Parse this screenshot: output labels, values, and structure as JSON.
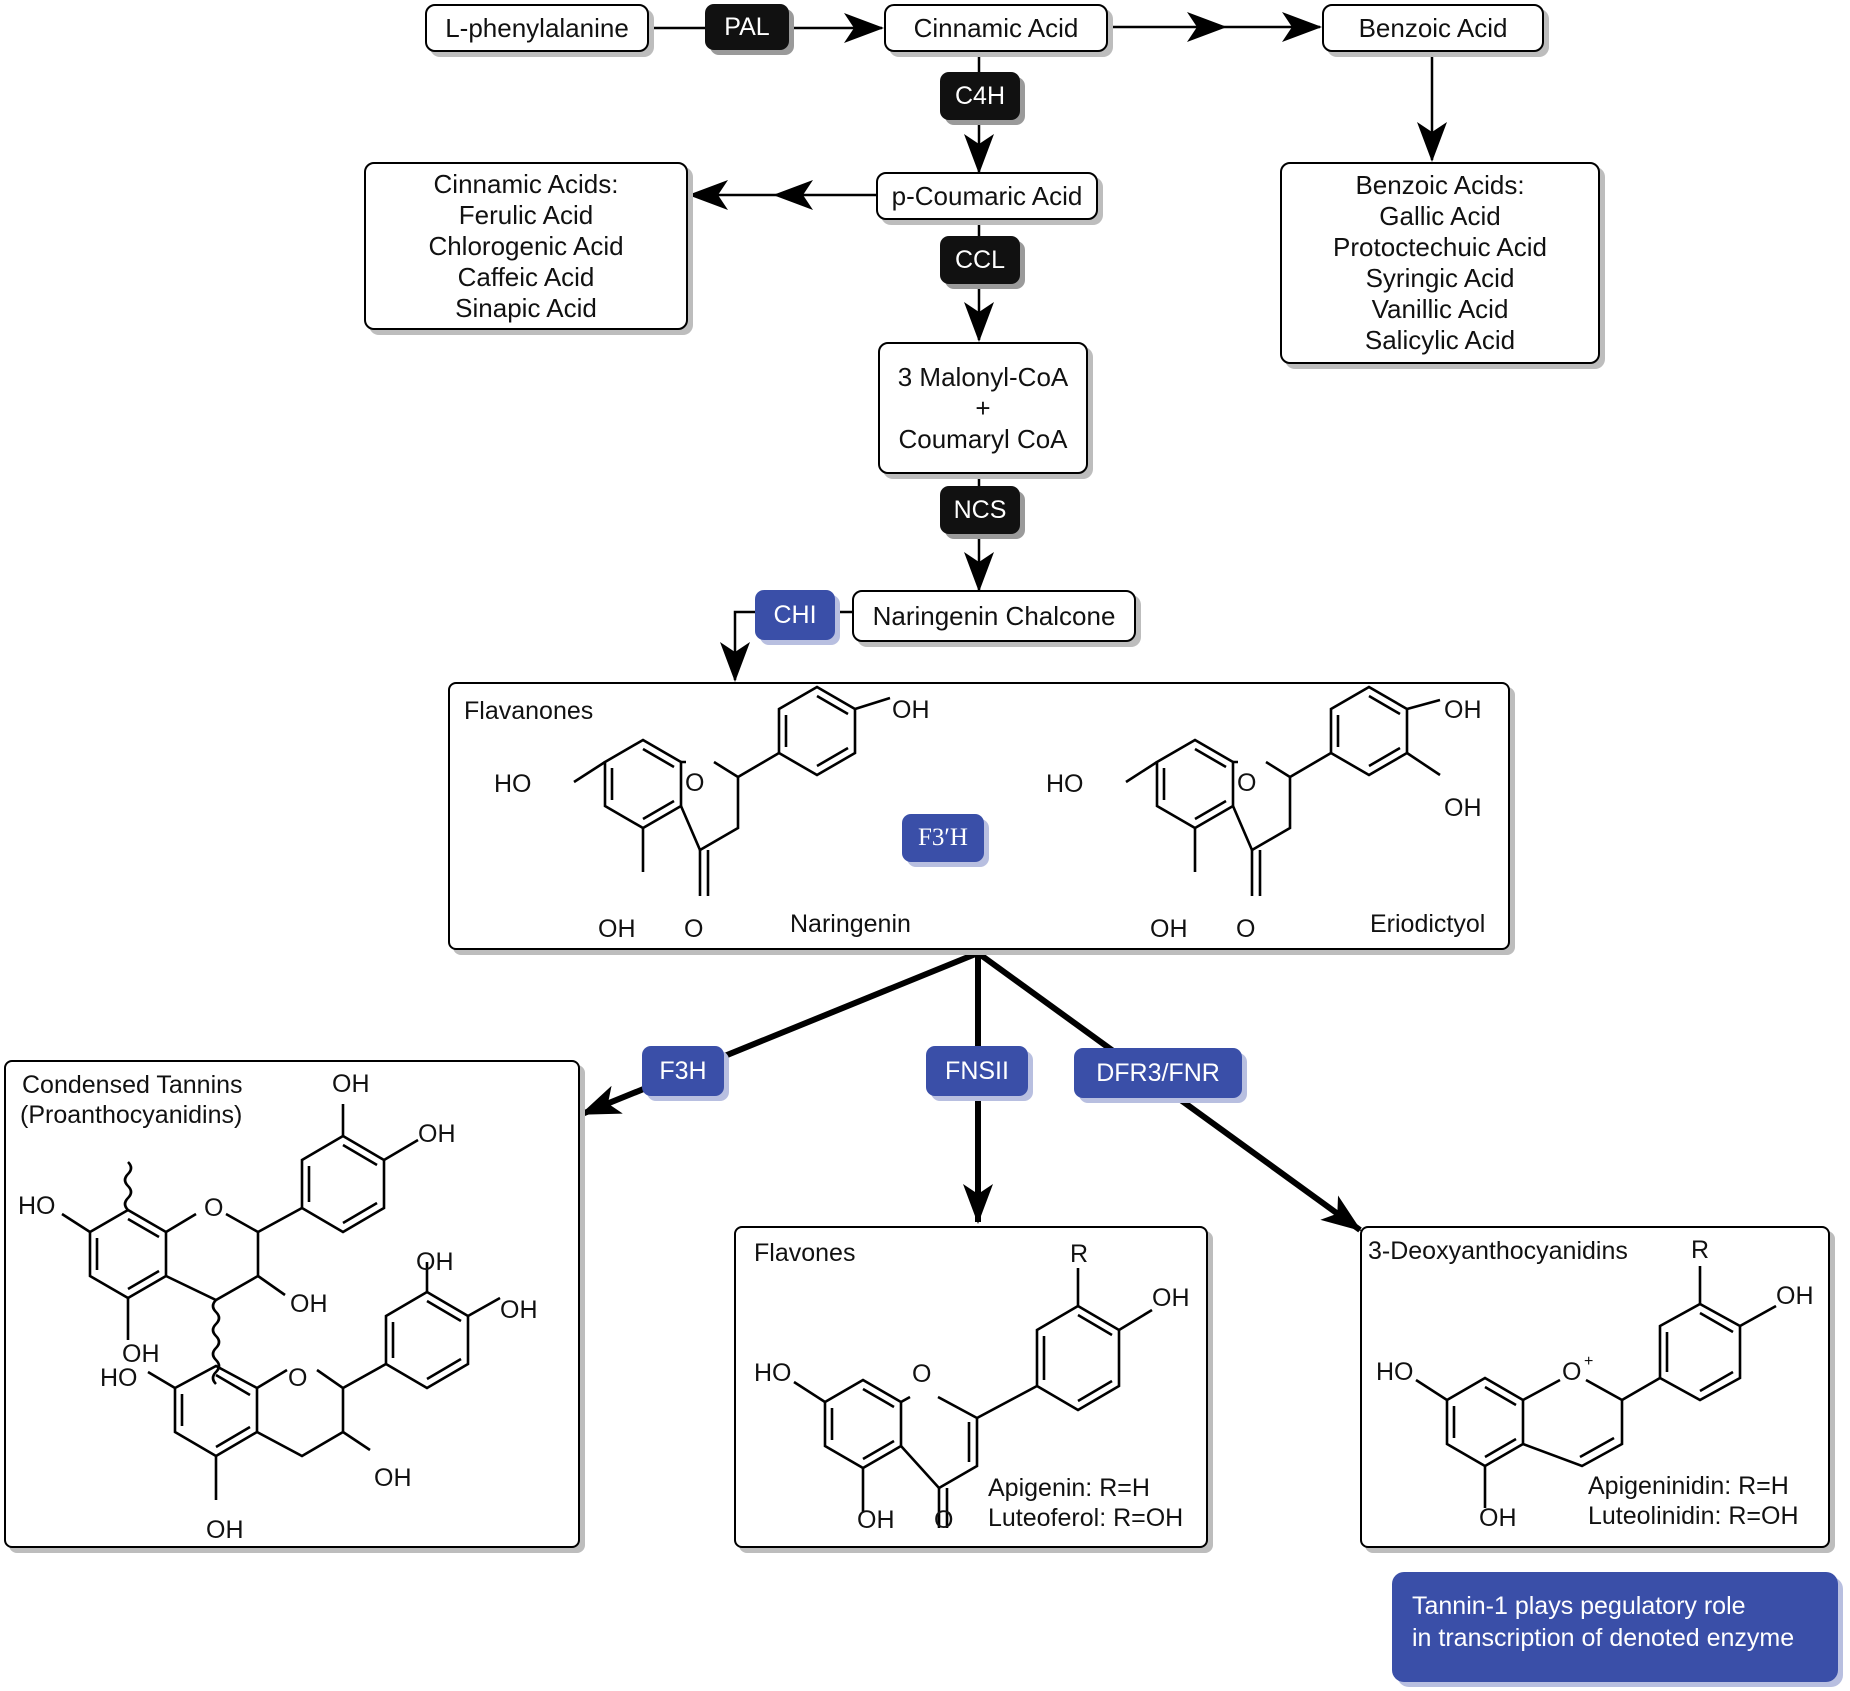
{
  "nodes": {
    "phenylalanine": "L-phenylalanine",
    "cinnamic_acid": "Cinnamic Acid",
    "benzoic_acid": "Benzoic Acid",
    "coumaric_acid": "p-Coumaric Acid",
    "malonyl_line1": "3 Malonyl-CoA",
    "malonyl_plus": "+",
    "malonyl_line2": "Coumaryl CoA",
    "naringenin_chalcone": "Naringenin Chalcone"
  },
  "cinnamic_acids": {
    "title": "Cinnamic Acids:",
    "items": [
      "Ferulic Acid",
      "Chlorogenic Acid",
      "Caffeic Acid",
      "Sinapic Acid"
    ]
  },
  "benzoic_acids": {
    "title": "Benzoic Acids:",
    "items": [
      "Gallic Acid",
      "Protoctechuic Acid",
      "Syringic Acid",
      "Vanillic Acid",
      "Salicylic Acid"
    ]
  },
  "enzymes": {
    "pal": "PAL",
    "c4h": "C4H",
    "ccl": "CCL",
    "ncs": "NCS",
    "chi": "CHI",
    "f3ph": "F3′H",
    "f3h": "F3H",
    "fnsii": "FNSII",
    "dfr3": "DFR3/FNR"
  },
  "flavanones": {
    "title": "Flavanones",
    "naringenin": "Naringenin",
    "eriodictyol": "Eriodictyol"
  },
  "tannins": {
    "title_line1": "Condensed Tannins",
    "title_line2": "(Proanthocyanidins)"
  },
  "flavones": {
    "title": "Flavones",
    "r_label": "R",
    "apigenin": "Apigenin: R=H",
    "luteolin": "Luteoferol: R=OH"
  },
  "deoxy": {
    "title": "3-Deoxyanthocyanidins",
    "r_label": "R",
    "apigeninidin": "Apigeninidin: R=H",
    "luteolinidin": "Luteolinidin: R=OH"
  },
  "atoms": {
    "oh": "OH",
    "ho": "HO",
    "o": "O",
    "o_plus": "O",
    "plus": "+"
  },
  "note": {
    "line1": "Tannin-1 plays pegulatory role",
    "line2": "in transcription of denoted enzyme"
  },
  "colors": {
    "enzyme_dark": "#111111",
    "enzyme_blue": "#3a4fa8",
    "shadow": "#bdbdbd"
  }
}
